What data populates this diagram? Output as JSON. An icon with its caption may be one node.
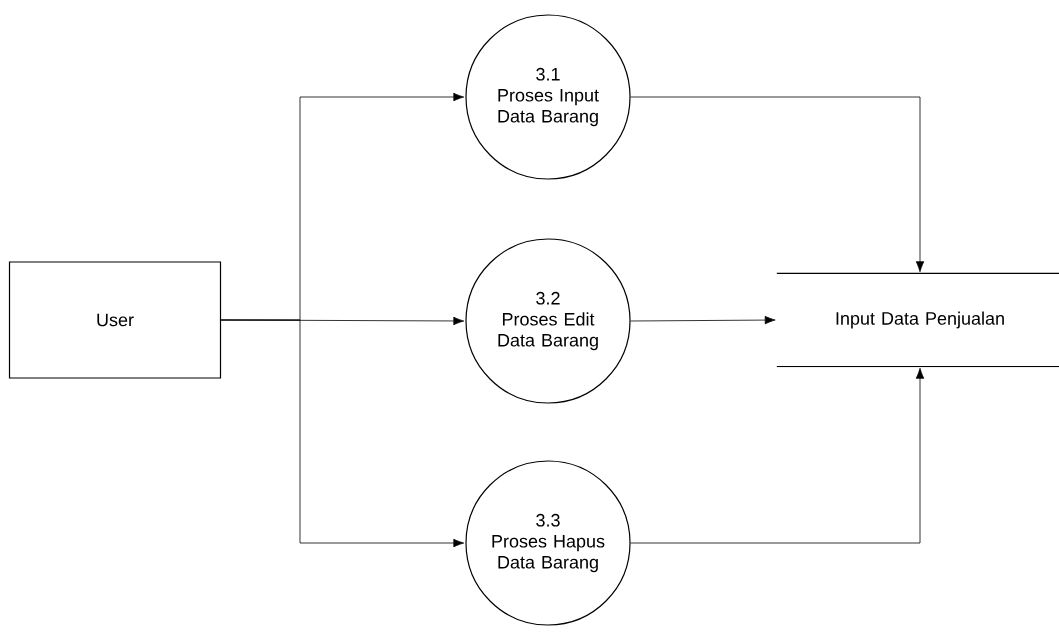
{
  "diagram": {
    "nodes": [
      {
        "text": [
          "User"
        ]
      },
      {
        "text": [
          "3.1",
          "Proses Input Data Barang"
        ]
      },
      {
        "text": [
          "3.2",
          "Proses Edit Data Barang"
        ]
      },
      {
        "text": [
          "3.3",
          "Proses Hapus Data Barang"
        ]
      },
      {
        "text": [
          "Input Data Penjualan"
        ]
      }
    ],
    "edges": [
      {
        "from": 0,
        "to": 1,
        "arrow": "to"
      },
      {
        "from": 0,
        "to": 2,
        "arrow": "to"
      },
      {
        "from": 0,
        "to": 3,
        "arrow": "to"
      },
      {
        "from": 1,
        "to": 4,
        "arrow": "to"
      },
      {
        "from": 2,
        "to": 4,
        "arrow": "to"
      },
      {
        "from": 3,
        "to": 4,
        "arrow": "to"
      }
    ]
  }
}
